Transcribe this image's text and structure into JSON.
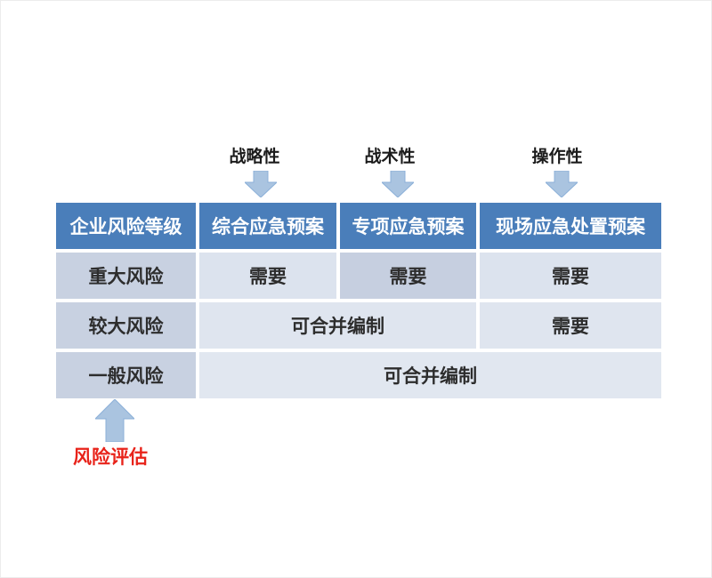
{
  "top_labels": [
    {
      "id": "strategic",
      "text": "战略性"
    },
    {
      "id": "tactical",
      "text": "战术性"
    },
    {
      "id": "operational",
      "text": "操作性"
    }
  ],
  "table": {
    "headers": [
      "企业风险等级",
      "综合应急预案",
      "专项应急预案",
      "现场应急处置预案"
    ],
    "rows": [
      {
        "level": "重大风险",
        "comprehensive": "需要",
        "special": "需要",
        "onsite": "需要"
      },
      {
        "level": "较大风险",
        "merged_comprehensive_special": "可合并编制",
        "onsite": "需要"
      },
      {
        "level": "一般风险",
        "merged_all_plans": "可合并编制"
      }
    ]
  },
  "annotation": {
    "text": "风险评估"
  },
  "icons": {
    "down_arrow": "block-arrow-down",
    "up_arrow": "block-arrow-up"
  },
  "colors": {
    "header_bg": "#4a7eba",
    "header_text": "#ffffff",
    "level_column_bg": "#c8d1e1",
    "highlight_cell_bg": "#c6cfe0",
    "body_cell_bg": "#dce3ee",
    "arrow_fill": "#aac4e0",
    "arrow_stroke": "#8cb0d8",
    "annotation_text": "#e8231a"
  }
}
